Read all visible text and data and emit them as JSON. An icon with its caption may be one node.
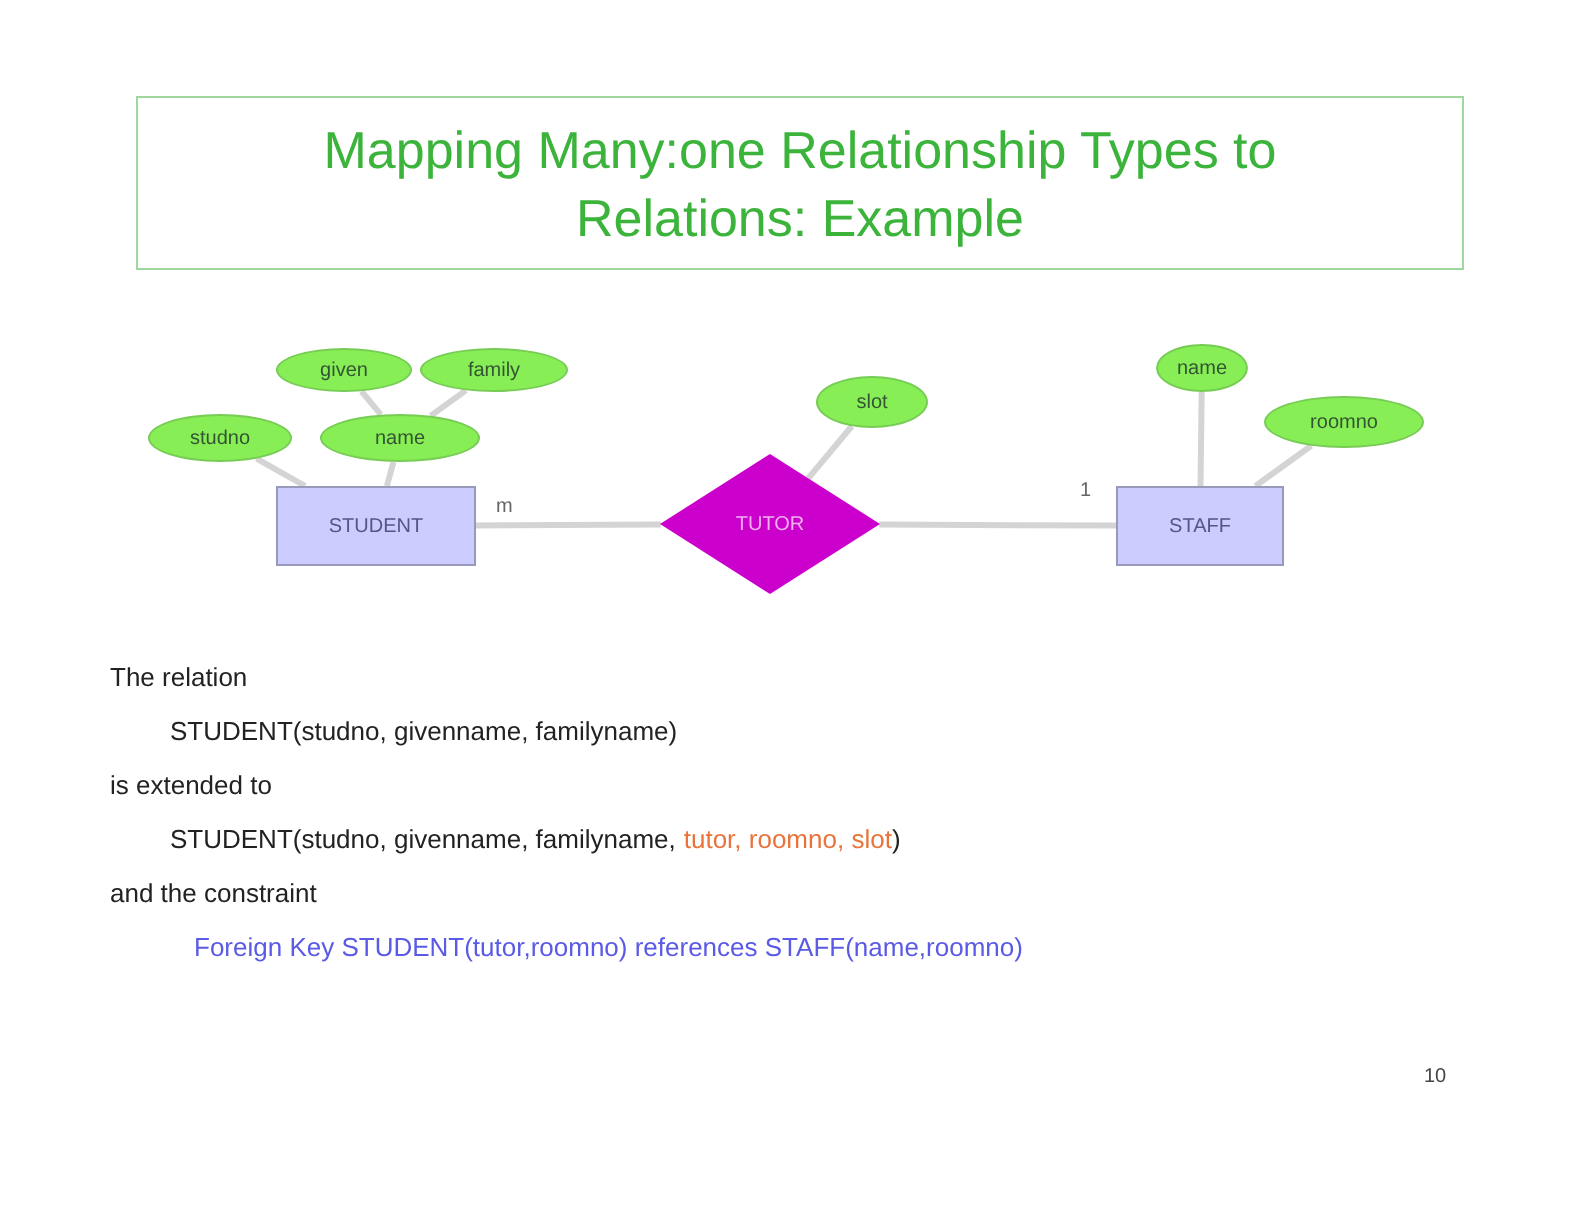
{
  "diagram": {
    "title": "Mapping Many:one Relationship Types to Relations: Example",
    "nodes": [
      {
        "text": [
          "STUDENT"
        ]
      },
      {
        "text": [
          "TUTOR"
        ]
      },
      {
        "text": [
          "STAFF"
        ]
      },
      {
        "text": [
          "studno"
        ]
      },
      {
        "text": [
          "given"
        ]
      },
      {
        "text": [
          "family"
        ]
      },
      {
        "text": [
          "name"
        ]
      },
      {
        "text": [
          "slot"
        ]
      },
      {
        "text": [
          "name"
        ]
      },
      {
        "text": [
          "roomno"
        ]
      }
    ],
    "edges": [
      {
        "from": 0,
        "to": 1,
        "arrow": "none",
        "label": "m"
      },
      {
        "from": 1,
        "to": 2,
        "arrow": "none",
        "label": "1"
      },
      {
        "from": 3,
        "to": 0,
        "arrow": "none"
      },
      {
        "from": 6,
        "to": 0,
        "arrow": "none"
      },
      {
        "from": 4,
        "to": 6,
        "arrow": "none"
      },
      {
        "from": 5,
        "to": 6,
        "arrow": "none"
      },
      {
        "from": 7,
        "to": 1,
        "arrow": "none"
      },
      {
        "from": 8,
        "to": 2,
        "arrow": "none"
      },
      {
        "from": 9,
        "to": 2,
        "arrow": "none"
      }
    ],
    "labels": [
      "The relation",
      "STUDENT(studno, givenname, familyname)",
      "is extended to",
      "STUDENT(studno, givenname, familyname,",
      "tutor, roomno, slot",
      ")",
      "and the constraint",
      "Foreign Key STUDENT(tutor,roomno) references STAFF(name,roomno)",
      "10"
    ]
  }
}
